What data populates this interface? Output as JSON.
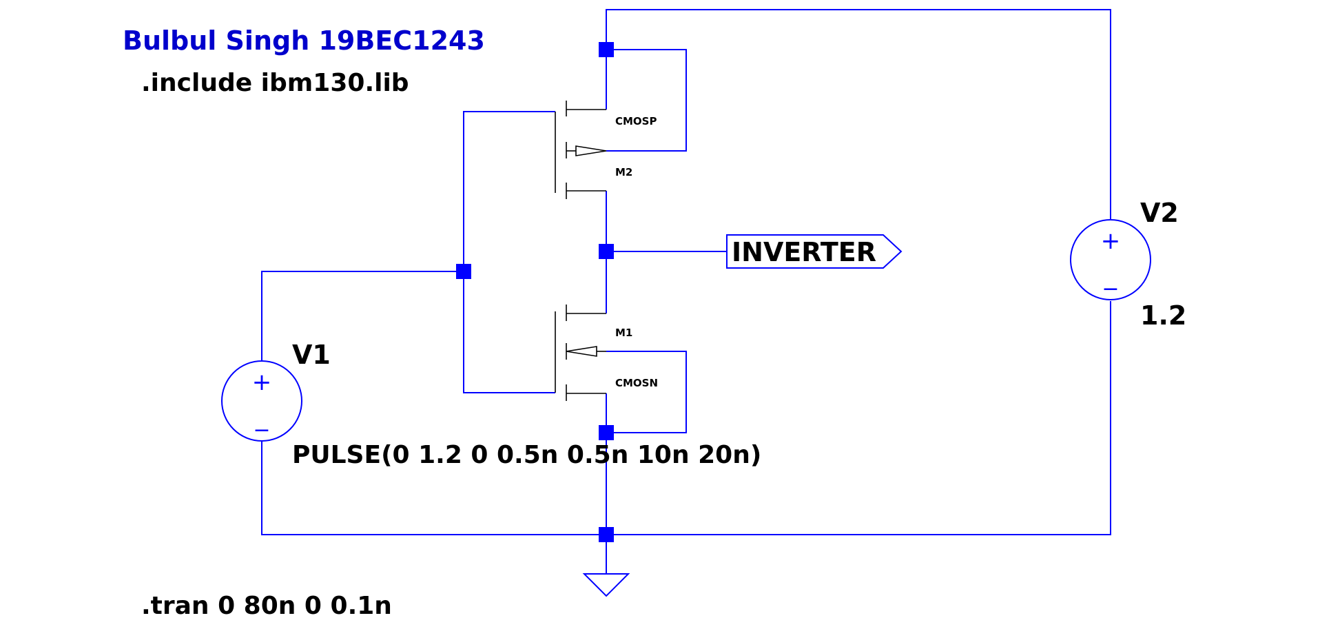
{
  "header": {
    "author": "Bulbul Singh 19BEC1243",
    "include_directive": ".include ibm130.lib"
  },
  "components": {
    "pmos": {
      "name": "M2",
      "model": "CMOSP"
    },
    "nmos": {
      "name": "M1",
      "model": "CMOSN"
    },
    "v1": {
      "name": "V1",
      "value": "PULSE(0 1.2 0 0.5n 0.5n 10n 20n)"
    },
    "v2": {
      "name": "V2",
      "value": "1.2"
    }
  },
  "net_labels": {
    "output": "INVERTER"
  },
  "directives": {
    "tran": ".tran 0 80n 0 0.1n"
  },
  "icons": {
    "plus": "+",
    "minus": "−"
  },
  "colors": {
    "wire": "#0000ff",
    "title": "#0000cc",
    "text": "#000000"
  }
}
